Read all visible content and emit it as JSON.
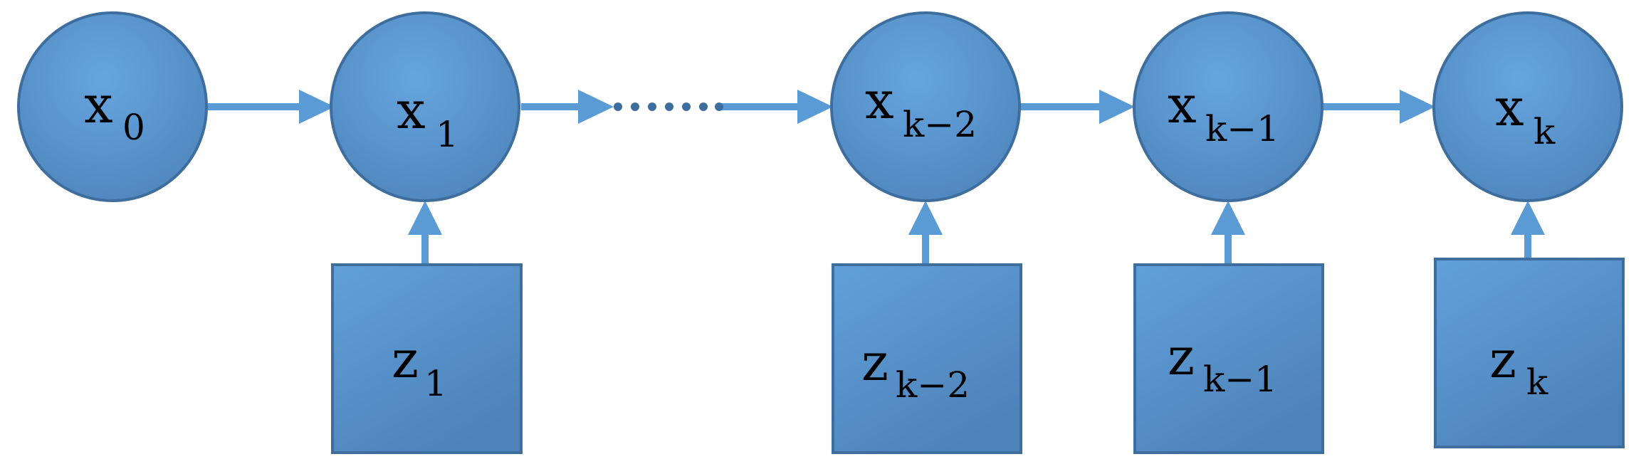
{
  "colors": {
    "node_fill": "#5a97d1",
    "node_stroke": "#3e6e9e",
    "arrow": "#5b9bd5"
  },
  "states": [
    {
      "base": "x",
      "sub": "0"
    },
    {
      "base": "x",
      "sub": "1"
    },
    {
      "base": "x",
      "sub": "k−2"
    },
    {
      "base": "x",
      "sub": "k−1"
    },
    {
      "base": "x",
      "sub": "k"
    }
  ],
  "observations": [
    {
      "base": "z",
      "sub": "1"
    },
    {
      "base": "z",
      "sub": "k−2"
    },
    {
      "base": "z",
      "sub": "k−1"
    },
    {
      "base": "z",
      "sub": "k"
    }
  ],
  "ellipsis": "……"
}
